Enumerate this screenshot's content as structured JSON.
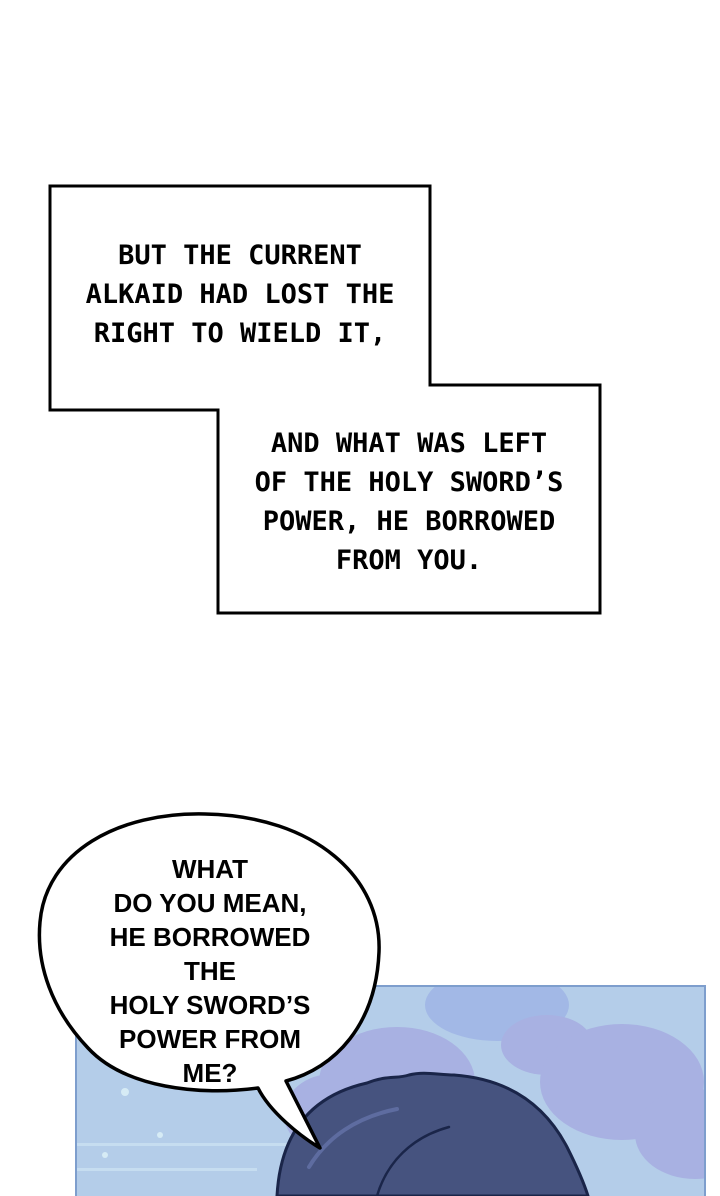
{
  "page": {
    "background_color": "#ffffff"
  },
  "narration": {
    "fill_color": "#ffffff",
    "outline_color": "#000000",
    "box1": {
      "lines": [
        "BUT THE CURRENT",
        "ALKAID HAD LOST THE",
        "RIGHT TO WIELD IT,"
      ]
    },
    "box2": {
      "lines": [
        "AND WHAT WAS LEFT",
        "OF THE HOLY SWORD’S",
        "POWER, HE BORROWED",
        "FROM YOU."
      ]
    }
  },
  "speech_bubble": {
    "fill_color": "#ffffff",
    "outline_color": "#000000",
    "lines": [
      "WHAT",
      "DO YOU MEAN,",
      "HE BORROWED THE",
      "HOLY SWORD’S",
      "POWER FROM",
      "ME?"
    ]
  },
  "panel": {
    "colors": {
      "background": "#b4cde9",
      "border": "#7e9ecd",
      "cloud": "#a8b1e2",
      "cloud_light": "#a2b8e6",
      "hair": "#46537f",
      "hair_outline": "#1a2549",
      "hair_highlight": "#5e6ca0",
      "skin_shadow": "#8da2d6",
      "sparkle": "#d6ebf5",
      "water_line": "#c9dff1"
    }
  }
}
